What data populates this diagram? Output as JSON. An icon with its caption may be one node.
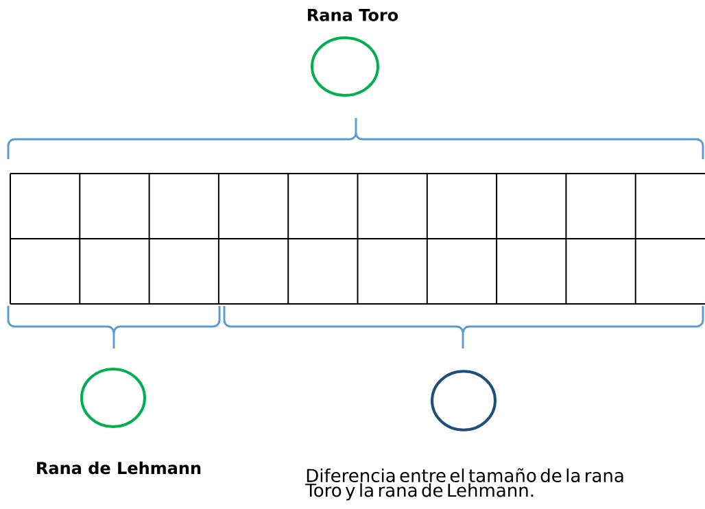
{
  "diagram": {
    "nodes": [
      {
        "text": [
          "Rana Toro"
        ]
      },
      {
        "text": [
          "Rana de Lehmann"
        ]
      },
      {
        "text": [
          "Diferencia entre el tamaño de la rana Toro y la rana de Lehmann."
        ]
      }
    ]
  }
}
